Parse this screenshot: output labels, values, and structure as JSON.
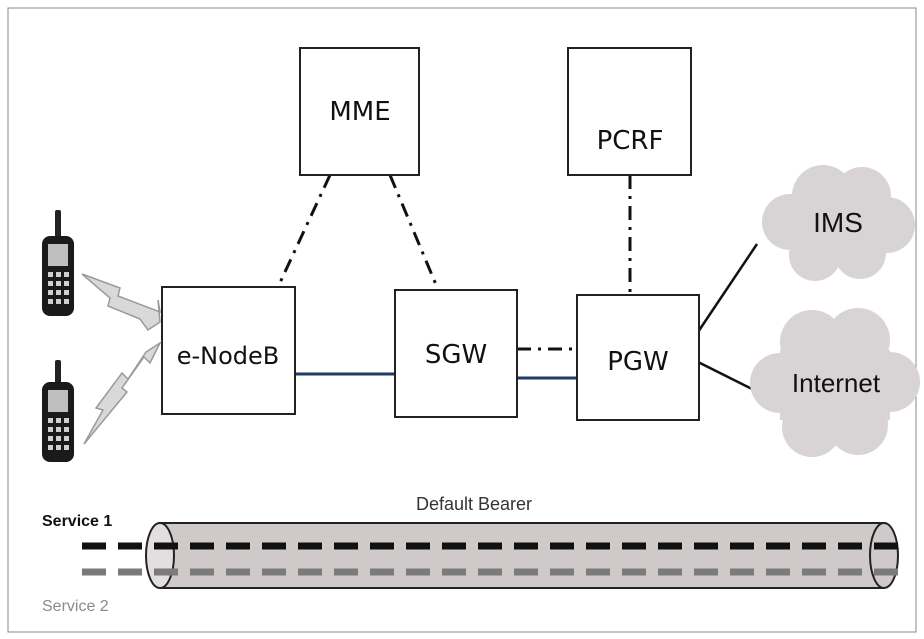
{
  "nodes": {
    "mme": "MME",
    "pcrf": "PCRF",
    "enodeb": "e-NodeB",
    "sgw": "SGW",
    "pgw": "PGW",
    "ims": "IMS",
    "internet": "Internet"
  },
  "bearer": {
    "title": "Default Bearer",
    "service1": "Service 1",
    "service2": "Service 2"
  },
  "colors": {
    "box_stroke": "#222222",
    "dashdot": "#111111",
    "data_link": "#1f3b63",
    "cloud_fill": "#d8d4d6",
    "pipe_fill": "#cfc9c9",
    "service1": "#111111",
    "service2": "#7a7a7a",
    "lightning": "#d9d9d9"
  }
}
